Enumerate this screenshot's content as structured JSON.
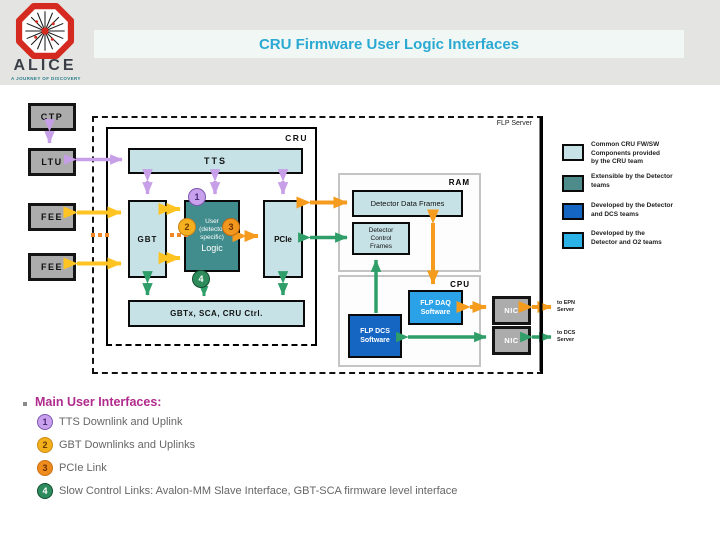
{
  "logo": {
    "title": "ALICE",
    "tagline": "A JOURNEY OF DISCOVERY"
  },
  "header": {
    "title": "CRU Firmware User Logic Interfaces"
  },
  "diagram": {
    "ctp": "CTP",
    "ltu": "LTU",
    "fee_top": "FEE",
    "fee_bottom": "FEE",
    "flp_server": "FLP Server",
    "cru": "CRU",
    "tts": "TTS",
    "gbt": "GBT",
    "user_logic_lines": [
      "User",
      "(detector",
      "specific)",
      "Logic"
    ],
    "pcie": "PCIe",
    "gbtx_sca_ctrl": "GBTx, SCA, CRU Ctrl.",
    "ram": "RAM",
    "detector_data_frames": "Detector Data Frames",
    "detector_control_frames_lines": [
      "Detector",
      "Control",
      "Frames"
    ],
    "cpu": "CPU",
    "flp_daq_lines": [
      "FLP DAQ",
      "Software"
    ],
    "flp_dcs_lines": [
      "FLP DCS",
      "Software"
    ],
    "nic_top": "NIC",
    "nic_bottom": "NIC",
    "to_epn_lines": [
      "to EPN",
      "Server"
    ],
    "to_dcs_lines": [
      "to DCS",
      "Server"
    ],
    "marker1": "1",
    "marker2": "2",
    "marker3": "3",
    "marker4": "4"
  },
  "legend": {
    "items": [
      {
        "color": "#C7E2E6",
        "lines": [
          "Common CRU FW/SW",
          "Components provided",
          "by the CRU team"
        ]
      },
      {
        "color": "#4E8C8C",
        "lines": [
          "Extensible by the Detector",
          "teams"
        ]
      },
      {
        "color": "#1566C2",
        "lines": [
          "Developed by the Detector",
          "and DCS teams"
        ]
      },
      {
        "color": "#2BB3E8",
        "lines": [
          "Developed by the",
          "Detector and O2 teams"
        ]
      }
    ]
  },
  "bullets": {
    "heading": "Main User Interfaces:",
    "items": [
      {
        "num": "1",
        "text": "TTS Downlink and Uplink"
      },
      {
        "num": "2",
        "text": "GBT Downlinks and Uplinks"
      },
      {
        "num": "3",
        "text": "PCIe Link"
      },
      {
        "num": "4",
        "text": "Slow Control Links: Avalon-MM Slave Interface, GBT-SCA firmware level interface"
      }
    ]
  },
  "colors": {
    "title_text": "#2AA9D2",
    "heading_magenta": "#B02B8C",
    "arrow_purple": "#C79FE8",
    "arrow_yellow": "#FFC421",
    "arrow_orange": "#F59B1E",
    "arrow_green": "#2F9E68",
    "box_cyan": "#C7E2E6",
    "box_teal_user_logic": "#418C8C",
    "box_blue_flp_dcs": "#1566C2",
    "box_blue_flp_daq": "#2BA2E8",
    "box_gray": "#ACACAC",
    "header_band": "#E4E5E2"
  }
}
